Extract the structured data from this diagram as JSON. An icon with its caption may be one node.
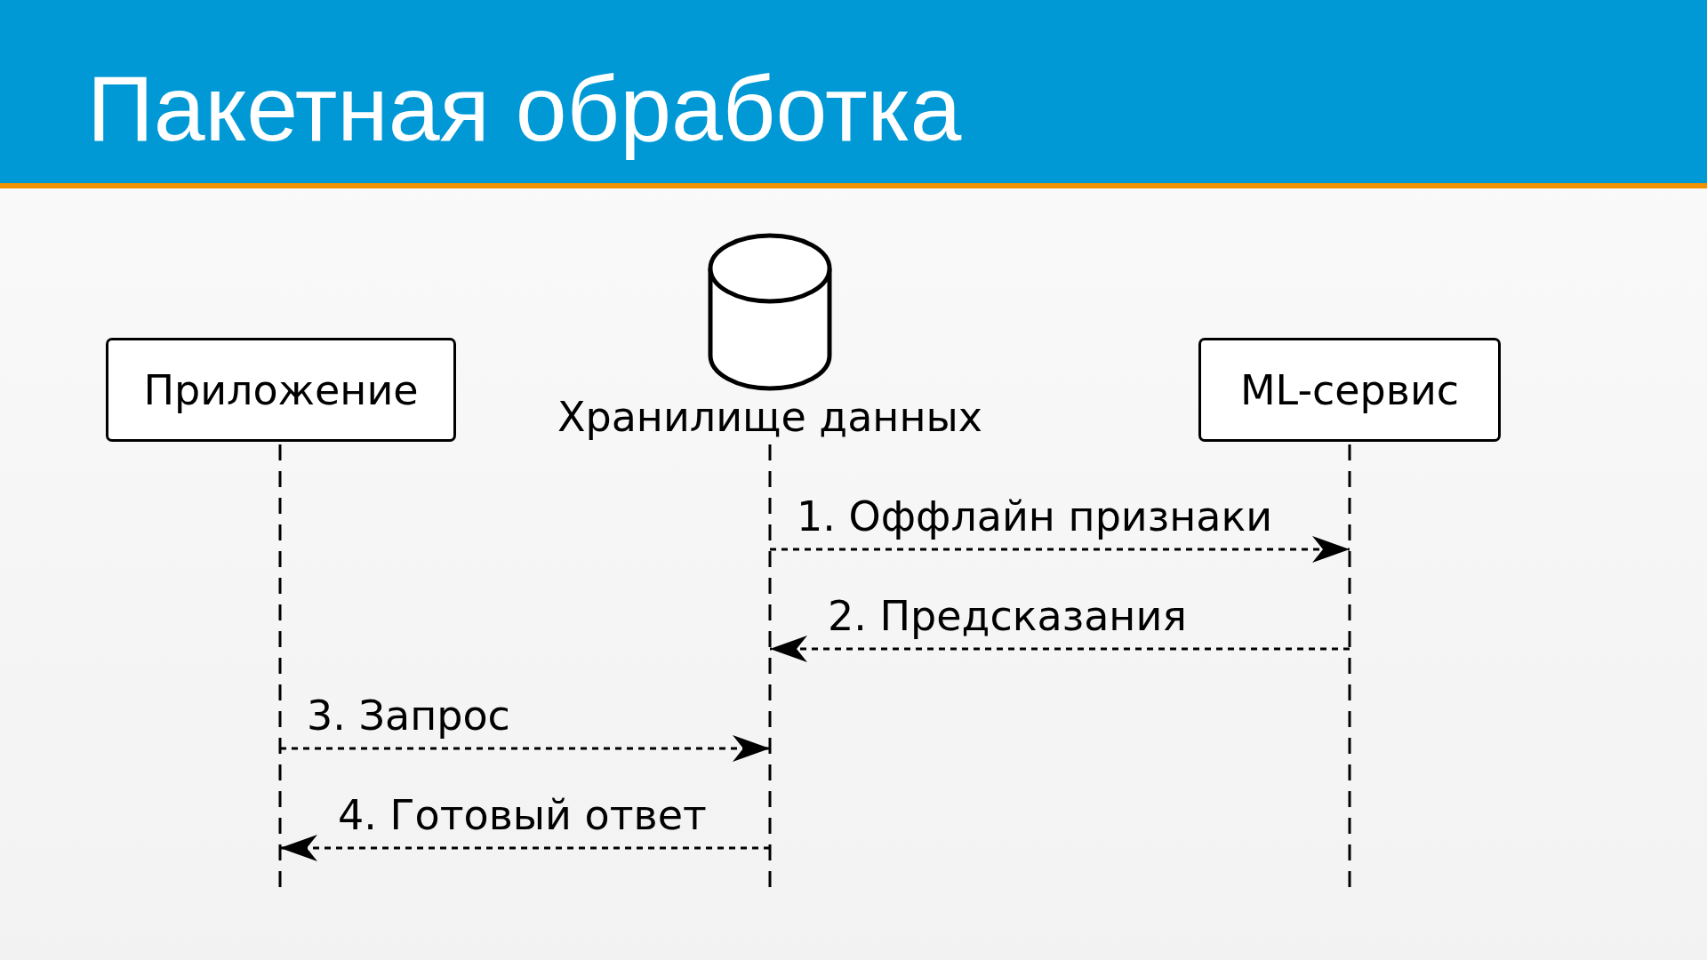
{
  "diagram": {
    "title": "Пакетная обработка",
    "nodes": [
      {
        "text": [
          "Приложение"
        ]
      },
      {
        "text": [
          "Хранилище данных"
        ]
      },
      {
        "text": [
          "ML-сервис"
        ]
      }
    ],
    "edges": [
      {
        "from": 1,
        "to": 2,
        "arrow": "to",
        "label": "1. Оффлайн признаки",
        "style": "dashed"
      },
      {
        "from": 2,
        "to": 1,
        "arrow": "to",
        "label": "2. Предсказания",
        "style": "dashed"
      },
      {
        "from": 0,
        "to": 1,
        "arrow": "to",
        "label": "3. Запрос",
        "style": "dashed"
      },
      {
        "from": 1,
        "to": 0,
        "arrow": "to",
        "label": "4. Готовый ответ",
        "style": "dashed"
      }
    ]
  }
}
